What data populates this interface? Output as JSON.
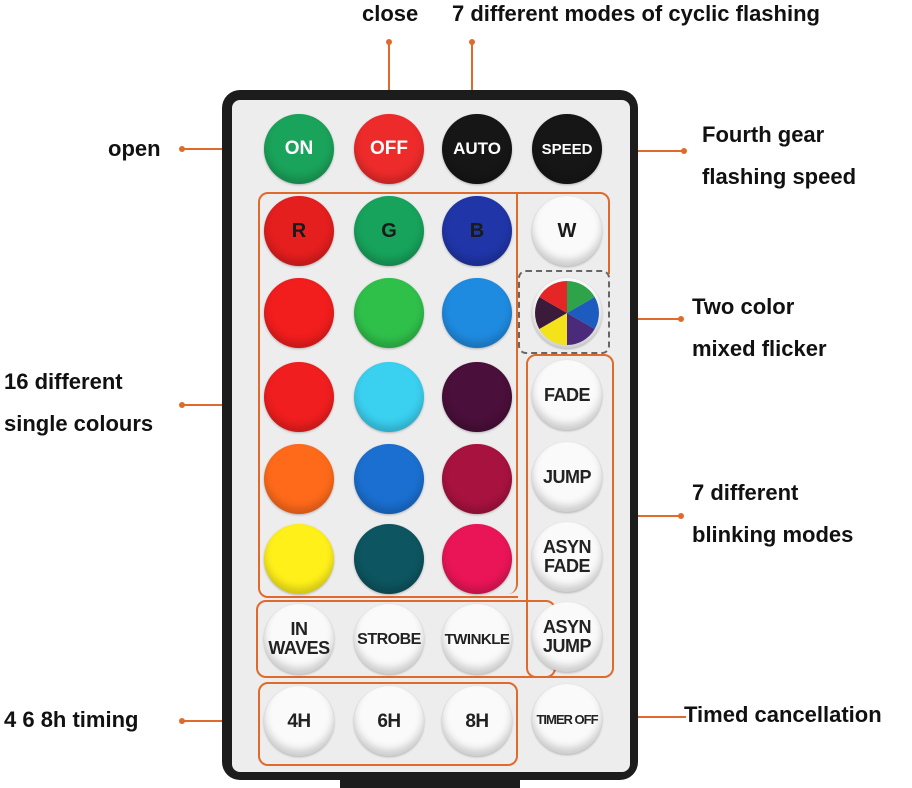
{
  "annotations": {
    "close": "close",
    "cyclic": "7 different modes of cyclic flashing",
    "open": "open",
    "speed_line1": "Fourth gear",
    "speed_line2": "flashing speed",
    "two_color_line1": "Two color",
    "two_color_line2": "mixed flicker",
    "single_colours_line1": "16 different",
    "single_colours_line2": "single colours",
    "blinking_line1": "7 different",
    "blinking_line2": "blinking modes",
    "timing": "4 6 8h timing",
    "timed_cancel": "Timed cancellation"
  },
  "remote": {
    "top_row": [
      {
        "label": "ON",
        "color": "#1aa35a"
      },
      {
        "label": "OFF",
        "color": "#ee2b2b"
      },
      {
        "label": "AUTO",
        "color": "#161616"
      },
      {
        "label": "SPEED",
        "color": "#161616"
      }
    ],
    "rgb_row": [
      {
        "label": "R",
        "color": "#e51e1e"
      },
      {
        "label": "G",
        "color": "#17a35b"
      },
      {
        "label": "B",
        "color": "#2035a8"
      },
      {
        "label": "W",
        "color": "#fafafa"
      }
    ],
    "color_rows": [
      [
        "#f21d1d",
        "#2fc04a",
        "#1f8be0"
      ],
      [
        "#f01e1e",
        "#3ad0f0",
        "#4a0f3a"
      ],
      [
        "#ff6a1a",
        "#1a6fd0",
        "#a8123f"
      ],
      [
        "#fff01a",
        "#0d5560",
        "#ea1557"
      ]
    ],
    "multicolor_icon": "color-wheel-icon",
    "mode_column": [
      {
        "line1": "FADE",
        "line2": ""
      },
      {
        "line1": "JUMP",
        "line2": ""
      },
      {
        "line1": "ASYN",
        "line2": "FADE"
      },
      {
        "line1": "ASYN",
        "line2": "JUMP"
      }
    ],
    "mode_row": [
      {
        "line1": "IN",
        "line2": "WAVES"
      },
      {
        "line1": "STROBE",
        "line2": ""
      },
      {
        "line1": "TWINKLE",
        "line2": ""
      }
    ],
    "timer_row": [
      {
        "label": "4H"
      },
      {
        "label": "6H"
      },
      {
        "label": "8H"
      },
      {
        "label": "TIMER OFF"
      }
    ]
  },
  "accent_color": "#e06a2c"
}
